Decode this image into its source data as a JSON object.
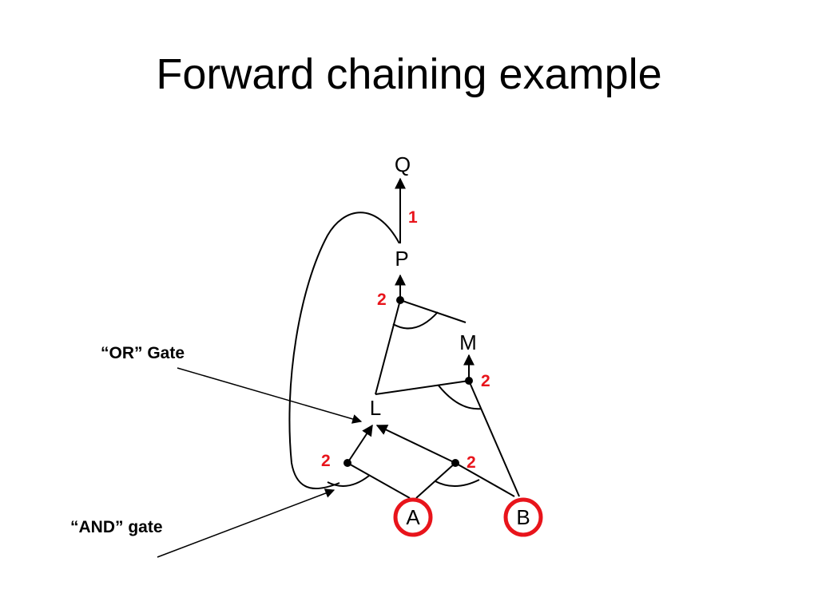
{
  "title": "Forward chaining example",
  "callouts": {
    "or_gate": "“OR” Gate",
    "and_gate": "“AND” gate"
  },
  "nodes": {
    "Q": "Q",
    "P": "P",
    "M": "M",
    "L": "L",
    "A": "A",
    "B": "B"
  },
  "counts": {
    "p_to_q": "1",
    "and_lm_to_p": "2",
    "and_bl_to_m": "2",
    "and_ap_to_l": "2",
    "and_ab_to_l": "2"
  },
  "colors": {
    "highlight": "#e8141b",
    "line": "#000000"
  }
}
